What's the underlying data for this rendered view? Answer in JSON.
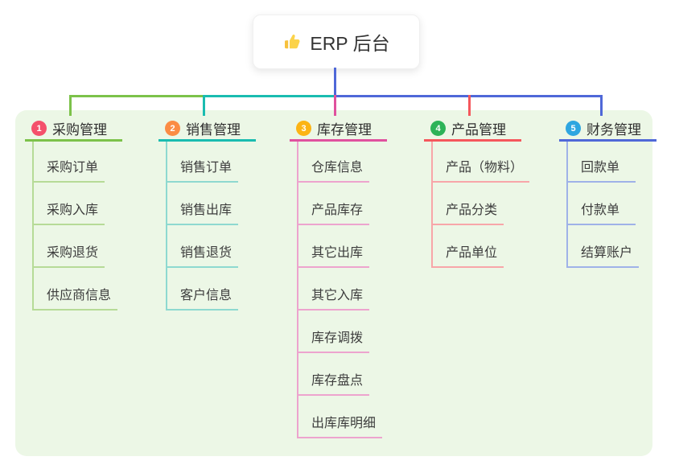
{
  "root": {
    "label": "ERP 后台",
    "icon": "thumbs-up-icon"
  },
  "branches": [
    {
      "num": "1",
      "label": "采购管理",
      "badge_color": "#f4506b",
      "line_color": "#7cc24a",
      "child_line_color": "#b6db97",
      "children": [
        "采购订单",
        "采购入库",
        "采购退货",
        "供应商信息"
      ]
    },
    {
      "num": "2",
      "label": "销售管理",
      "badge_color": "#fb8c44",
      "line_color": "#1abcb0",
      "child_line_color": "#8ed9d0",
      "children": [
        "销售订单",
        "销售出库",
        "销售退货",
        "客户信息"
      ]
    },
    {
      "num": "3",
      "label": "库存管理",
      "badge_color": "#fcb414",
      "line_color": "#e0519e",
      "child_line_color": "#eda4ce",
      "children": [
        "仓库信息",
        "产品库存",
        "其它出库",
        "其它入库",
        "库存调拨",
        "库存盘点",
        "出库库明细"
      ]
    },
    {
      "num": "4",
      "label": "产品管理",
      "badge_color": "#2db358",
      "line_color": "#f5575c",
      "child_line_color": "#f8a6a9",
      "children": [
        "产品（物料）",
        "产品分类",
        "产品单位"
      ]
    },
    {
      "num": "5",
      "label": "财务管理",
      "badge_color": "#2ea6e0",
      "line_color": "#4f68d8",
      "child_line_color": "#9fb2e8",
      "children": [
        "回款单",
        "付款单",
        "结算账户"
      ]
    }
  ],
  "colors": {
    "board_background": "#ecf7e6",
    "root_connector": "#4f68d8",
    "root_text": "#333333",
    "node_text": "#3d3d3d",
    "thumb_icon": "#f7c13d"
  }
}
